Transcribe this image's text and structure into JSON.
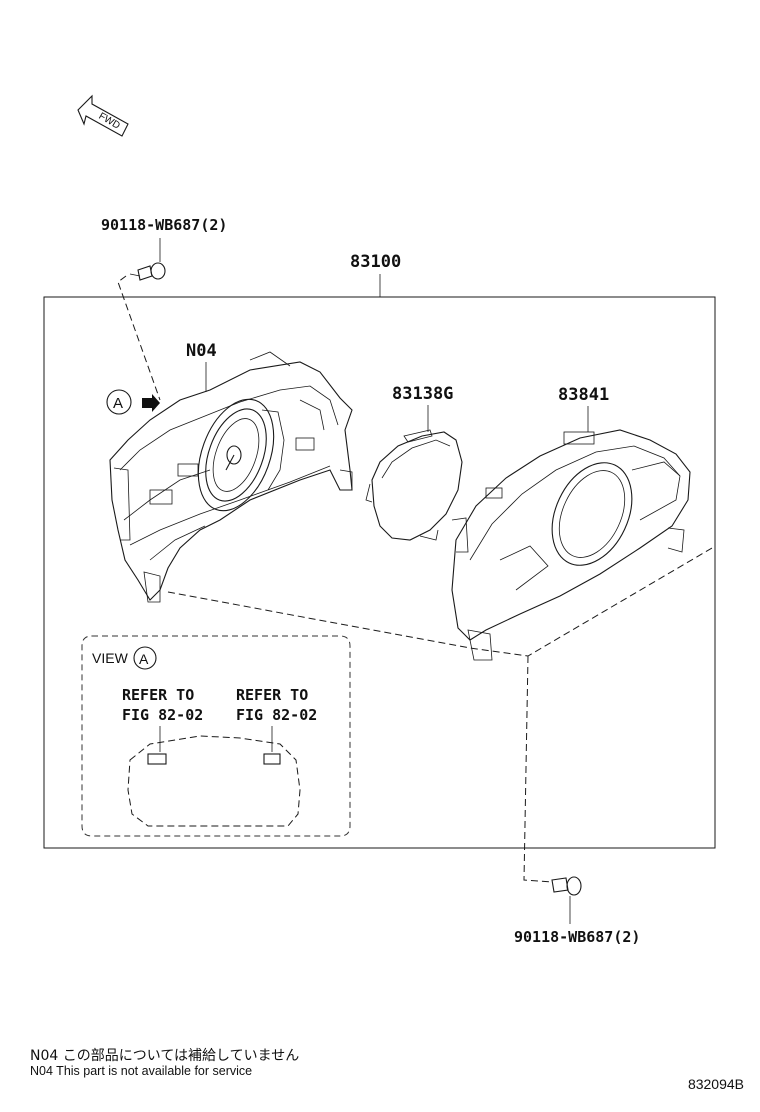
{
  "direction_marker": {
    "label": "FWD",
    "icon": "fwd-arrow-icon"
  },
  "callouts": {
    "screw_top": "90118-WB687(2)",
    "assembly": "83100",
    "part_n04": "N04",
    "view_marker_letter": "A",
    "part_83138g": "83138G",
    "part_83841": "83841",
    "screw_bottom": "90118-WB687(2)"
  },
  "view_detail": {
    "label": "VIEW",
    "letter": "A",
    "refer_left_line1": "REFER TO",
    "refer_left_line2": "FIG 82-02",
    "refer_right_line1": "REFER TO",
    "refer_right_line2": "FIG 82-02"
  },
  "notes": {
    "jp": "N04 この部品については補給していません",
    "en": "N04 This part is not available for service"
  },
  "figure_id": "832094B"
}
